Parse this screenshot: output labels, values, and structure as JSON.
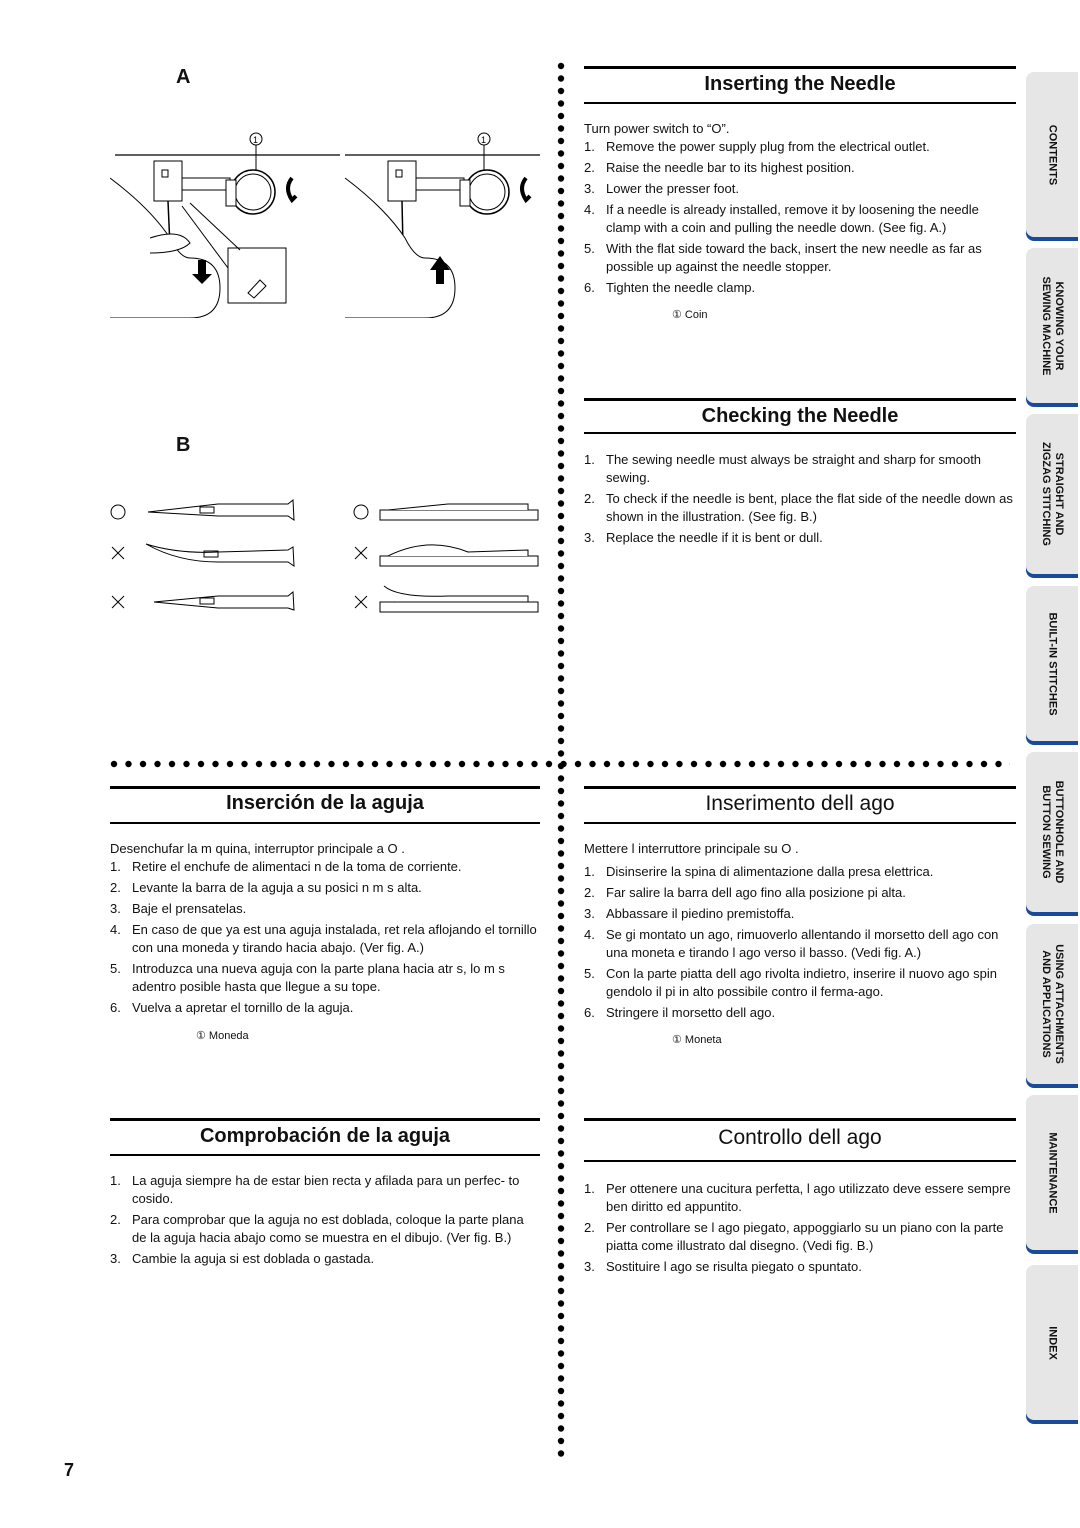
{
  "figures": {
    "a_label": "A",
    "b_label": "B",
    "callout": "1"
  },
  "en_insert": {
    "title": "Inserting the Needle",
    "intro": "Turn power switch to “O”.",
    "steps": [
      {
        "n": "1.",
        "text": "Remove the power supply plug from the electrical outlet."
      },
      {
        "n": "2.",
        "text": "Raise the needle bar to its highest position."
      },
      {
        "n": "3.",
        "text": "Lower the presser foot."
      },
      {
        "n": "4.",
        "text": "If a needle is already installed, remove it by loosening the needle clamp with a coin and pulling the needle down. (See fig. A.)"
      },
      {
        "n": "5.",
        "text": "With the flat side toward the back, insert the new needle as far as possible up against the needle stopper."
      },
      {
        "n": "6.",
        "text": "Tighten the needle clamp."
      }
    ],
    "legend": "① Coin"
  },
  "en_check": {
    "title": "Checking the Needle",
    "steps": [
      {
        "n": "1.",
        "text": "The sewing needle must always be straight and sharp for smooth sewing."
      },
      {
        "n": "2.",
        "text": "To check if the needle is bent, place the flat side of the needle down as shown in the illustration. (See fig. B.)"
      },
      {
        "n": "3.",
        "text": "Replace the needle if it is bent or dull."
      }
    ]
  },
  "es_insert": {
    "title": "Inserción de la aguja",
    "intro": "Desenchufar la m quina, interruptor principale a O .",
    "steps": [
      {
        "n": "1.",
        "text": "Retire el enchufe de alimentaci n de la toma de corriente."
      },
      {
        "n": "2.",
        "text": "Levante la barra de la aguja a su posici n m s alta."
      },
      {
        "n": "3.",
        "text": "Baje el prensatelas."
      },
      {
        "n": "4.",
        "text": "En caso de que ya est una aguja instalada, ret rela aflojando el tornillo con una moneda y tirando hacia abajo. (Ver fig. A.)"
      },
      {
        "n": "5.",
        "text": "Introduzca una nueva aguja con la parte plana hacia atr s, lo m s adentro posible hasta que llegue a su tope."
      },
      {
        "n": "6.",
        "text": "Vuelva a apretar el tornillo de la aguja."
      }
    ],
    "legend": "① Moneda"
  },
  "es_check": {
    "title": "Comprobación de la aguja",
    "steps": [
      {
        "n": "1.",
        "text": "La aguja siempre ha de estar bien recta y afilada para un perfec- to cosido."
      },
      {
        "n": "2.",
        "text": "Para comprobar que la aguja no est doblada, coloque la parte plana de la aguja hacia abajo como se muestra en el dibujo. (Ver fig. B.)"
      },
      {
        "n": "3.",
        "text": "Cambie la aguja si est doblada o gastada."
      }
    ]
  },
  "it_insert": {
    "title": "Inserimento dell ago",
    "intro": "Mettere l interruttore principale su O .",
    "steps": [
      {
        "n": "1.",
        "text": "Disinserire la spina di alimentazione dalla presa elettrica."
      },
      {
        "n": "2.",
        "text": "Far salire la barra dell ago fino alla posizione pi alta."
      },
      {
        "n": "3.",
        "text": "Abbassare il piedino premistoffa."
      },
      {
        "n": "4.",
        "text": "Se gi montato un ago, rimuoverlo allentando il morsetto dell ago con una moneta e tirando l ago verso il basso. (Vedi fig. A.)"
      },
      {
        "n": "5.",
        "text": "Con la parte piatta dell ago rivolta indietro, inserire il nuovo ago spin gendolo il pi in alto possibile contro il ferma-ago."
      },
      {
        "n": "6.",
        "text": "Stringere il morsetto dell ago."
      }
    ],
    "legend": "① Moneta"
  },
  "it_check": {
    "title": "Controllo dell ago",
    "steps": [
      {
        "n": "1.",
        "text": "Per ottenere una cucitura perfetta, l ago utilizzato deve essere sempre ben diritto ed appuntito."
      },
      {
        "n": "2.",
        "text": "Per controllare se l ago piegato, appoggiarlo su un piano con la parte piatta come illustrato dal disegno. (Vedi fig. B.)"
      },
      {
        "n": "3.",
        "text": "Sostituire l ago se risulta piegato o spuntato."
      }
    ]
  },
  "tabs": [
    "CONTENTS",
    "KNOWING YOUR\nSEWING MACHINE",
    "STRAIGHT AND\nZIGZAG STITCHING",
    "BUILT-IN STITCHES",
    "BUTTONHOLE AND\nBUTTON SEWING",
    "USING ATTACHMENTS\nAND APPLICATIONS",
    "MAINTENANCE",
    "INDEX"
  ],
  "page_number": "7",
  "colors": {
    "tab_bg": "#e6e6e6",
    "tab_shadow": "#1a4a9a"
  }
}
